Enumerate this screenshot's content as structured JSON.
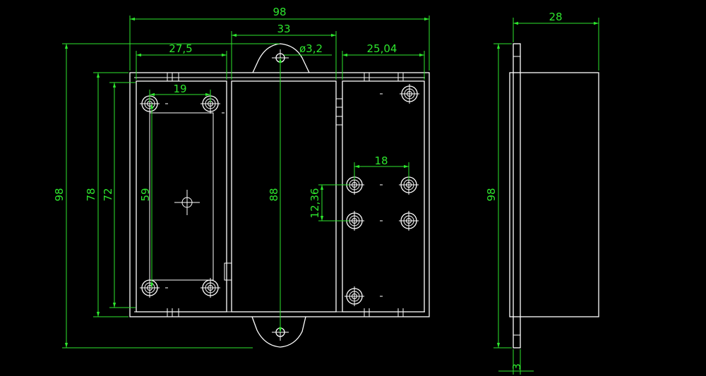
{
  "colors": {
    "background": "#000000",
    "geometry": "#ffffff",
    "dimension": "#2ee62e"
  },
  "front_view": {
    "overall_width": "98",
    "center_width": "33",
    "hole_diameter": "ø3,2",
    "left_width": "27,5",
    "right_width": "25,04",
    "left_hole_spacing": "19",
    "right_hole_spacing": "18",
    "overall_height": "98",
    "body_height": "78",
    "inner_height": "72",
    "left_hole_vspacing": "59",
    "center_height": "88",
    "right_hole_vspacing": "12,36"
  },
  "side_view": {
    "depth": "28",
    "height": "98",
    "flange_thickness": "3"
  }
}
